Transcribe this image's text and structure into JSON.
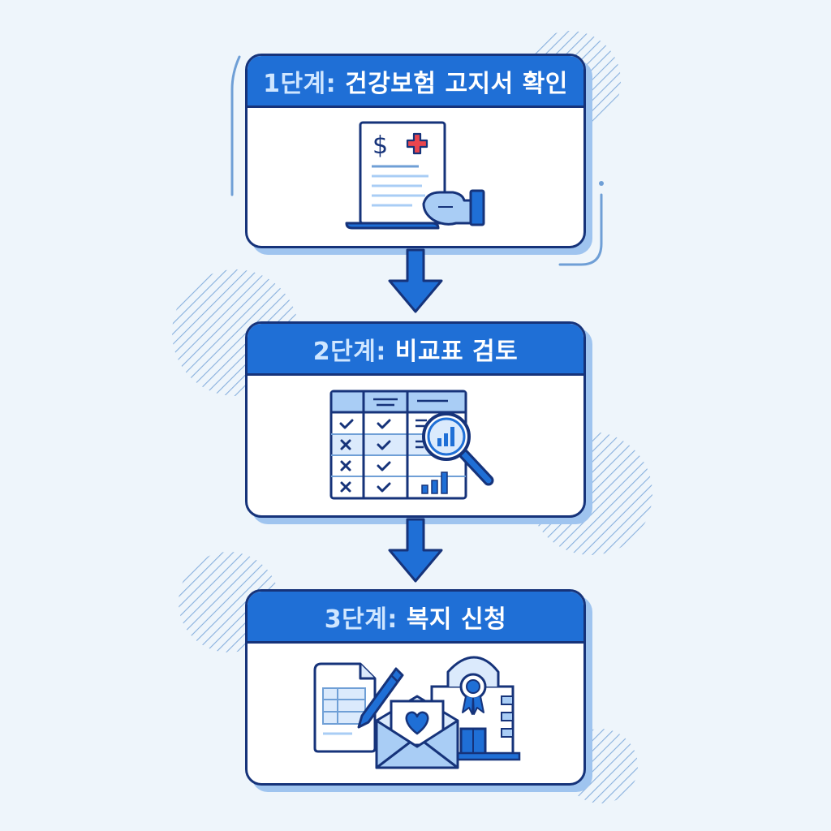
{
  "steps": [
    {
      "number": "1단계:",
      "title": "건강보험 고지서 확인",
      "icon": "bill-with-hand-icon"
    },
    {
      "number": "2단계:",
      "title": "비교표 검토",
      "icon": "comparison-table-magnifier-icon"
    },
    {
      "number": "3단계:",
      "title": "복지 신청",
      "icon": "application-envelope-building-icon"
    }
  ],
  "icons": {
    "currency_symbol": "$"
  },
  "colors": {
    "header_blue": "#1f6fd6",
    "outline_navy": "#16337a",
    "light_blue": "#a9cdf5",
    "pale_blue": "#dbeafc",
    "cross_red": "#e9454e",
    "background": "#eef5fb"
  }
}
